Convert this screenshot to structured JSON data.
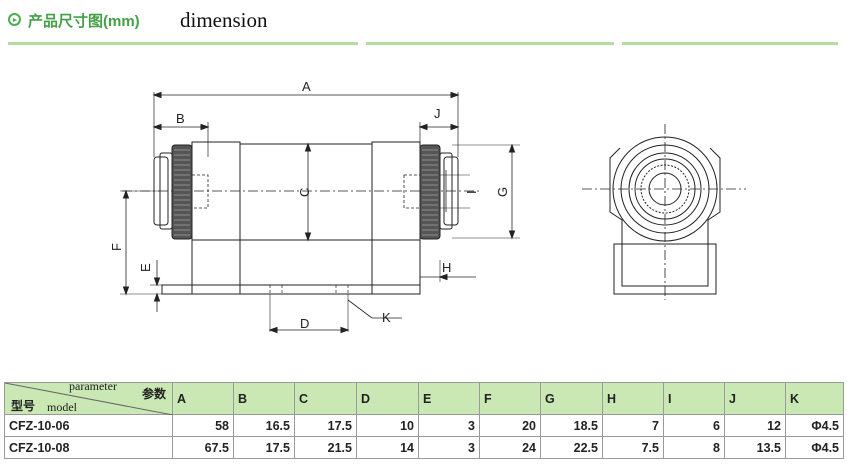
{
  "header": {
    "title_cn": "产品尺寸图(mm)",
    "title_en": "dimension"
  },
  "drawing": {
    "labels": [
      "A",
      "B",
      "J",
      "C",
      "I",
      "G",
      "F",
      "E",
      "H",
      "D",
      "K"
    ]
  },
  "table": {
    "corner": {
      "param_en": "parameter",
      "param_cn": "参数",
      "model_cn": "型号",
      "model_en": "model"
    },
    "columns": [
      "A",
      "B",
      "C",
      "D",
      "E",
      "F",
      "G",
      "H",
      "I",
      "J",
      "K"
    ],
    "rows": [
      {
        "model": "CFZ-10-06",
        "values": [
          "58",
          "16.5",
          "17.5",
          "10",
          "3",
          "20",
          "18.5",
          "7",
          "6",
          "12",
          "Φ4.5"
        ]
      },
      {
        "model": "CFZ-10-08",
        "values": [
          "67.5",
          "17.5",
          "21.5",
          "14",
          "3",
          "24",
          "22.5",
          "7.5",
          "8",
          "13.5",
          "Φ4.5"
        ]
      }
    ]
  }
}
